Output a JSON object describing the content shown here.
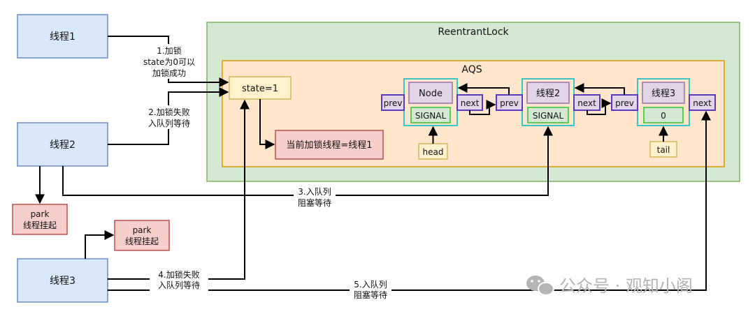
{
  "threads": {
    "t1": "线程1",
    "t2": "线程2",
    "t3": "线程3"
  },
  "park": {
    "p1_line1": "park",
    "p1_line2": "线程挂起",
    "p2_line1": "park",
    "p2_line2": "线程挂起"
  },
  "reentrant_lock": {
    "title": "ReentrantLock"
  },
  "aqs": {
    "title": "AQS",
    "state": "state=1",
    "owner": "当前加锁线程=线程1"
  },
  "queue": {
    "prev": "prev",
    "next": "next",
    "node1_title": "Node",
    "node1_status": "SIGNAL",
    "node2_title": "线程2",
    "node2_status": "SIGNAL",
    "node3_title": "线程3",
    "node3_status": "0",
    "head": "head",
    "tail": "tail"
  },
  "edges": {
    "e1_l1": "1.加锁",
    "e1_l2": "state为0可以",
    "e1_l3": "加锁成功",
    "e2_l1": "2.加锁失败",
    "e2_l2": "入队列等待",
    "e3_l1": "3.入队列",
    "e3_l2": "阻塞等待",
    "e4_l1": "4.加锁失败",
    "e4_l2": "入队列等待",
    "e5_l1": "5.入队列",
    "e5_l2": "阻塞等待"
  },
  "watermark": {
    "text": "公众号 · 观知小阁"
  },
  "colors": {
    "thread_fill": "#dae8fc",
    "thread_stroke": "#6c8ebf",
    "outer_fill": "#d5e8d4",
    "outer_stroke": "#82b366",
    "aqs_fill": "#ffe6cc",
    "aqs_stroke": "#d79b00",
    "state_fill": "#fff2cc",
    "state_stroke": "#d6b656",
    "red_fill": "#f8cecc",
    "red_stroke": "#b85450",
    "node_fill": "#e1d5e7",
    "node_stroke": "#9673a6",
    "teal": "#3cc4c4",
    "ptr_stroke": "#5b3bbd",
    "signal_fill": "#d5e8d4",
    "signal_stroke": "#2fbf2f"
  }
}
